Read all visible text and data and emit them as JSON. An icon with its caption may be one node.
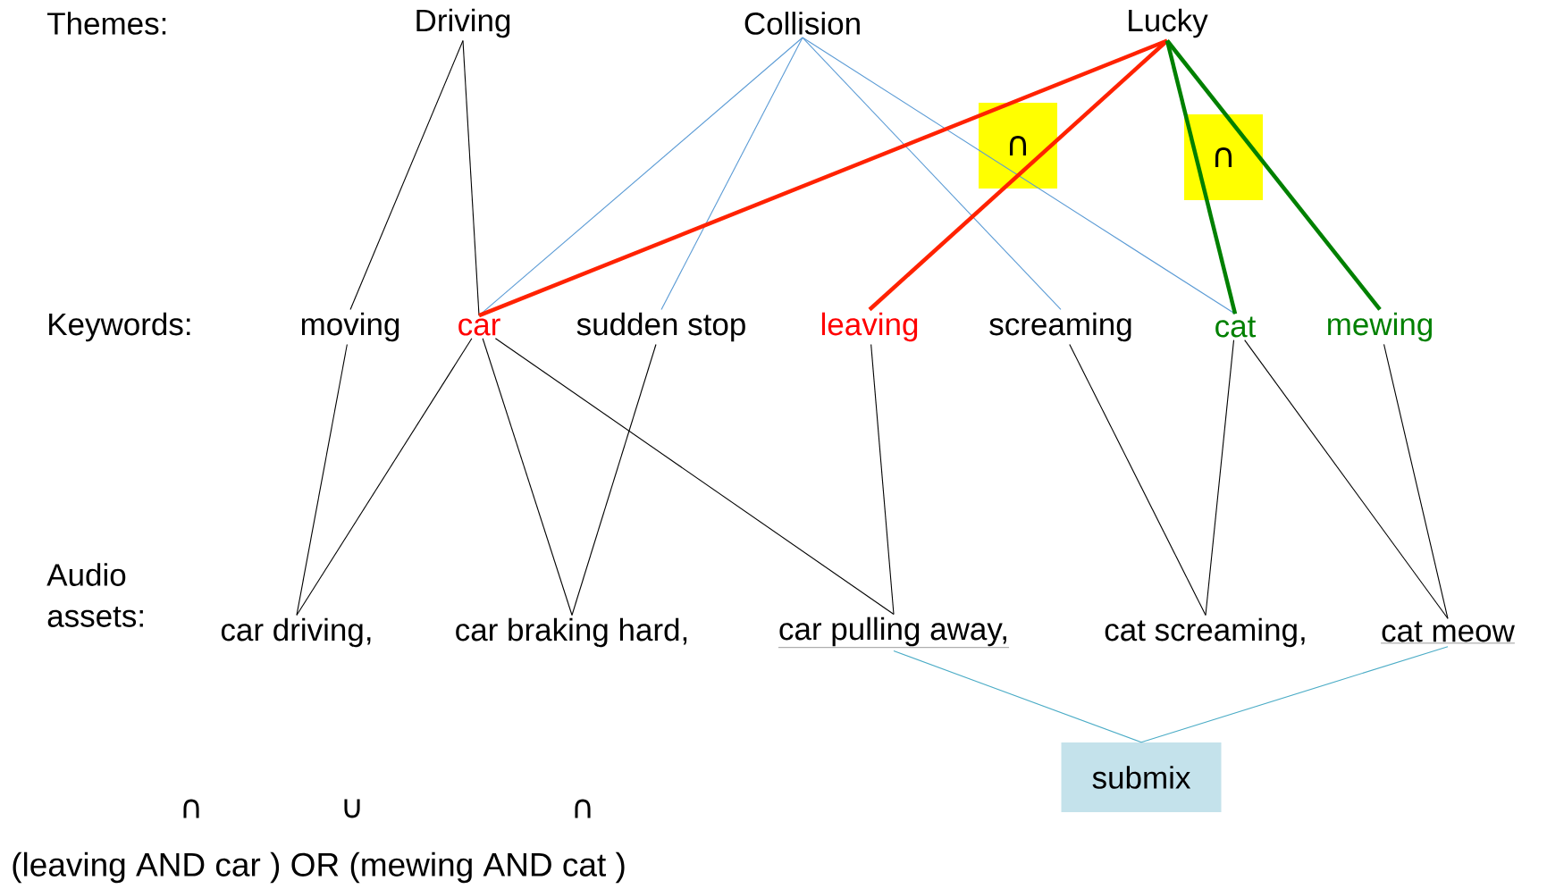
{
  "diagram": {
    "nodes": [
      {
        "text": [
          "Driving"
        ]
      },
      {
        "text": [
          "Collision"
        ]
      },
      {
        "text": [
          "Lucky"
        ]
      },
      {
        "text": [
          "moving"
        ]
      },
      {
        "text": [
          "car"
        ]
      },
      {
        "text": [
          "sudden stop"
        ]
      },
      {
        "text": [
          "leaving"
        ]
      },
      {
        "text": [
          "screaming"
        ]
      },
      {
        "text": [
          "cat"
        ]
      },
      {
        "text": [
          "mewing"
        ]
      },
      {
        "text": [
          "car driving,"
        ]
      },
      {
        "text": [
          "car braking hard,"
        ]
      },
      {
        "text": [
          "car pulling away,"
        ]
      },
      {
        "text": [
          "cat screaming,"
        ]
      },
      {
        "text": [
          "cat meow"
        ]
      },
      {
        "text": [
          "submix"
        ]
      }
    ],
    "edges": [
      {
        "from": 0,
        "to": 3,
        "arrow": "none"
      },
      {
        "from": 0,
        "to": 4,
        "arrow": "none"
      },
      {
        "from": 1,
        "to": 4,
        "arrow": "none",
        "color": "#5b9bd5"
      },
      {
        "from": 1,
        "to": 5,
        "arrow": "none",
        "color": "#5b9bd5"
      },
      {
        "from": 1,
        "to": 7,
        "arrow": "none",
        "color": "#5b9bd5"
      },
      {
        "from": 1,
        "to": 8,
        "arrow": "none",
        "color": "#5b9bd5"
      },
      {
        "from": 2,
        "to": 4,
        "arrow": "none",
        "style": "thick",
        "color": "#ff2200"
      },
      {
        "from": 2,
        "to": 6,
        "arrow": "none",
        "style": "thick",
        "color": "#ff2200"
      },
      {
        "from": 2,
        "to": 8,
        "arrow": "none",
        "style": "thick",
        "color": "#008000"
      },
      {
        "from": 2,
        "to": 9,
        "arrow": "none",
        "style": "thick",
        "color": "#008000"
      },
      {
        "from": 3,
        "to": 10,
        "arrow": "none"
      },
      {
        "from": 4,
        "to": 10,
        "arrow": "none"
      },
      {
        "from": 4,
        "to": 11,
        "arrow": "none"
      },
      {
        "from": 5,
        "to": 11,
        "arrow": "none"
      },
      {
        "from": 4,
        "to": 12,
        "arrow": "none"
      },
      {
        "from": 6,
        "to": 12,
        "arrow": "none"
      },
      {
        "from": 7,
        "to": 13,
        "arrow": "none"
      },
      {
        "from": 8,
        "to": 13,
        "arrow": "none"
      },
      {
        "from": 8,
        "to": 14,
        "arrow": "none"
      },
      {
        "from": 9,
        "to": 14,
        "arrow": "none"
      },
      {
        "from": 12,
        "to": 15,
        "arrow": "none",
        "color": "#4bacc6"
      },
      {
        "from": 14,
        "to": 15,
        "arrow": "none",
        "color": "#4bacc6"
      }
    ],
    "labels": [
      "Themes:",
      "∩",
      "∩",
      "Keywords:",
      "Audio assets:",
      "∩",
      "∪",
      "∩",
      "(leaving AND car ) OR (mewing AND cat )"
    ]
  }
}
